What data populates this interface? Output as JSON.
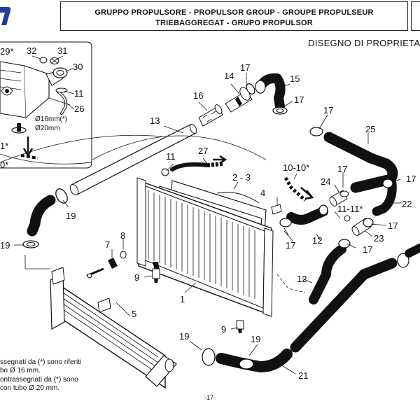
{
  "header": {
    "line1": "GRUPPO PROPULSORE - PROPULSOR GROUP - GROUPE PROPULSEUR",
    "line2": "TRIEBAGGREGAT - GRUPO PROPULSOR"
  },
  "propriety": "DISEGNO DI PROPRIETA",
  "notes": [
    "ssegnati da (*) sono riferiti",
    "bo Ø 16 mm.",
    "ontrassegnati da (*) sono",
    "con tubo Ø 20 mm."
  ],
  "page_number": "-17-",
  "inset": {
    "dim1": "Ø16mm(*)",
    "dim2": "Ø20mm"
  },
  "labels": {
    "l29": "29*",
    "l32": "32",
    "l31": "31",
    "l30": "30",
    "l11a": "11",
    "l26": "26",
    "l11s": "1*",
    "l10s": "0*",
    "l17a": "17",
    "l14": "14",
    "l15": "15",
    "l17b": "17",
    "l16": "16",
    "l13": "13",
    "l17c": "17",
    "l25": "25",
    "l11b": "11",
    "l27": "27",
    "l1010": "10-10*",
    "l23a": "2 - 3",
    "l4": "4",
    "l17d": "17",
    "l24": "24",
    "l17e": "17",
    "l22": "22",
    "l1111": "11-11*",
    "l17f": "17",
    "l19a": "19",
    "l19b": "19",
    "l8": "8",
    "l7": "7",
    "l12a": "12",
    "l17g": "17",
    "l23b": "23",
    "l17h": "17",
    "l9a": "9",
    "l12b": "12",
    "l5": "5",
    "l1": "1",
    "l9b": "9",
    "l19c": "19",
    "l19d": "19",
    "l21": "21"
  }
}
